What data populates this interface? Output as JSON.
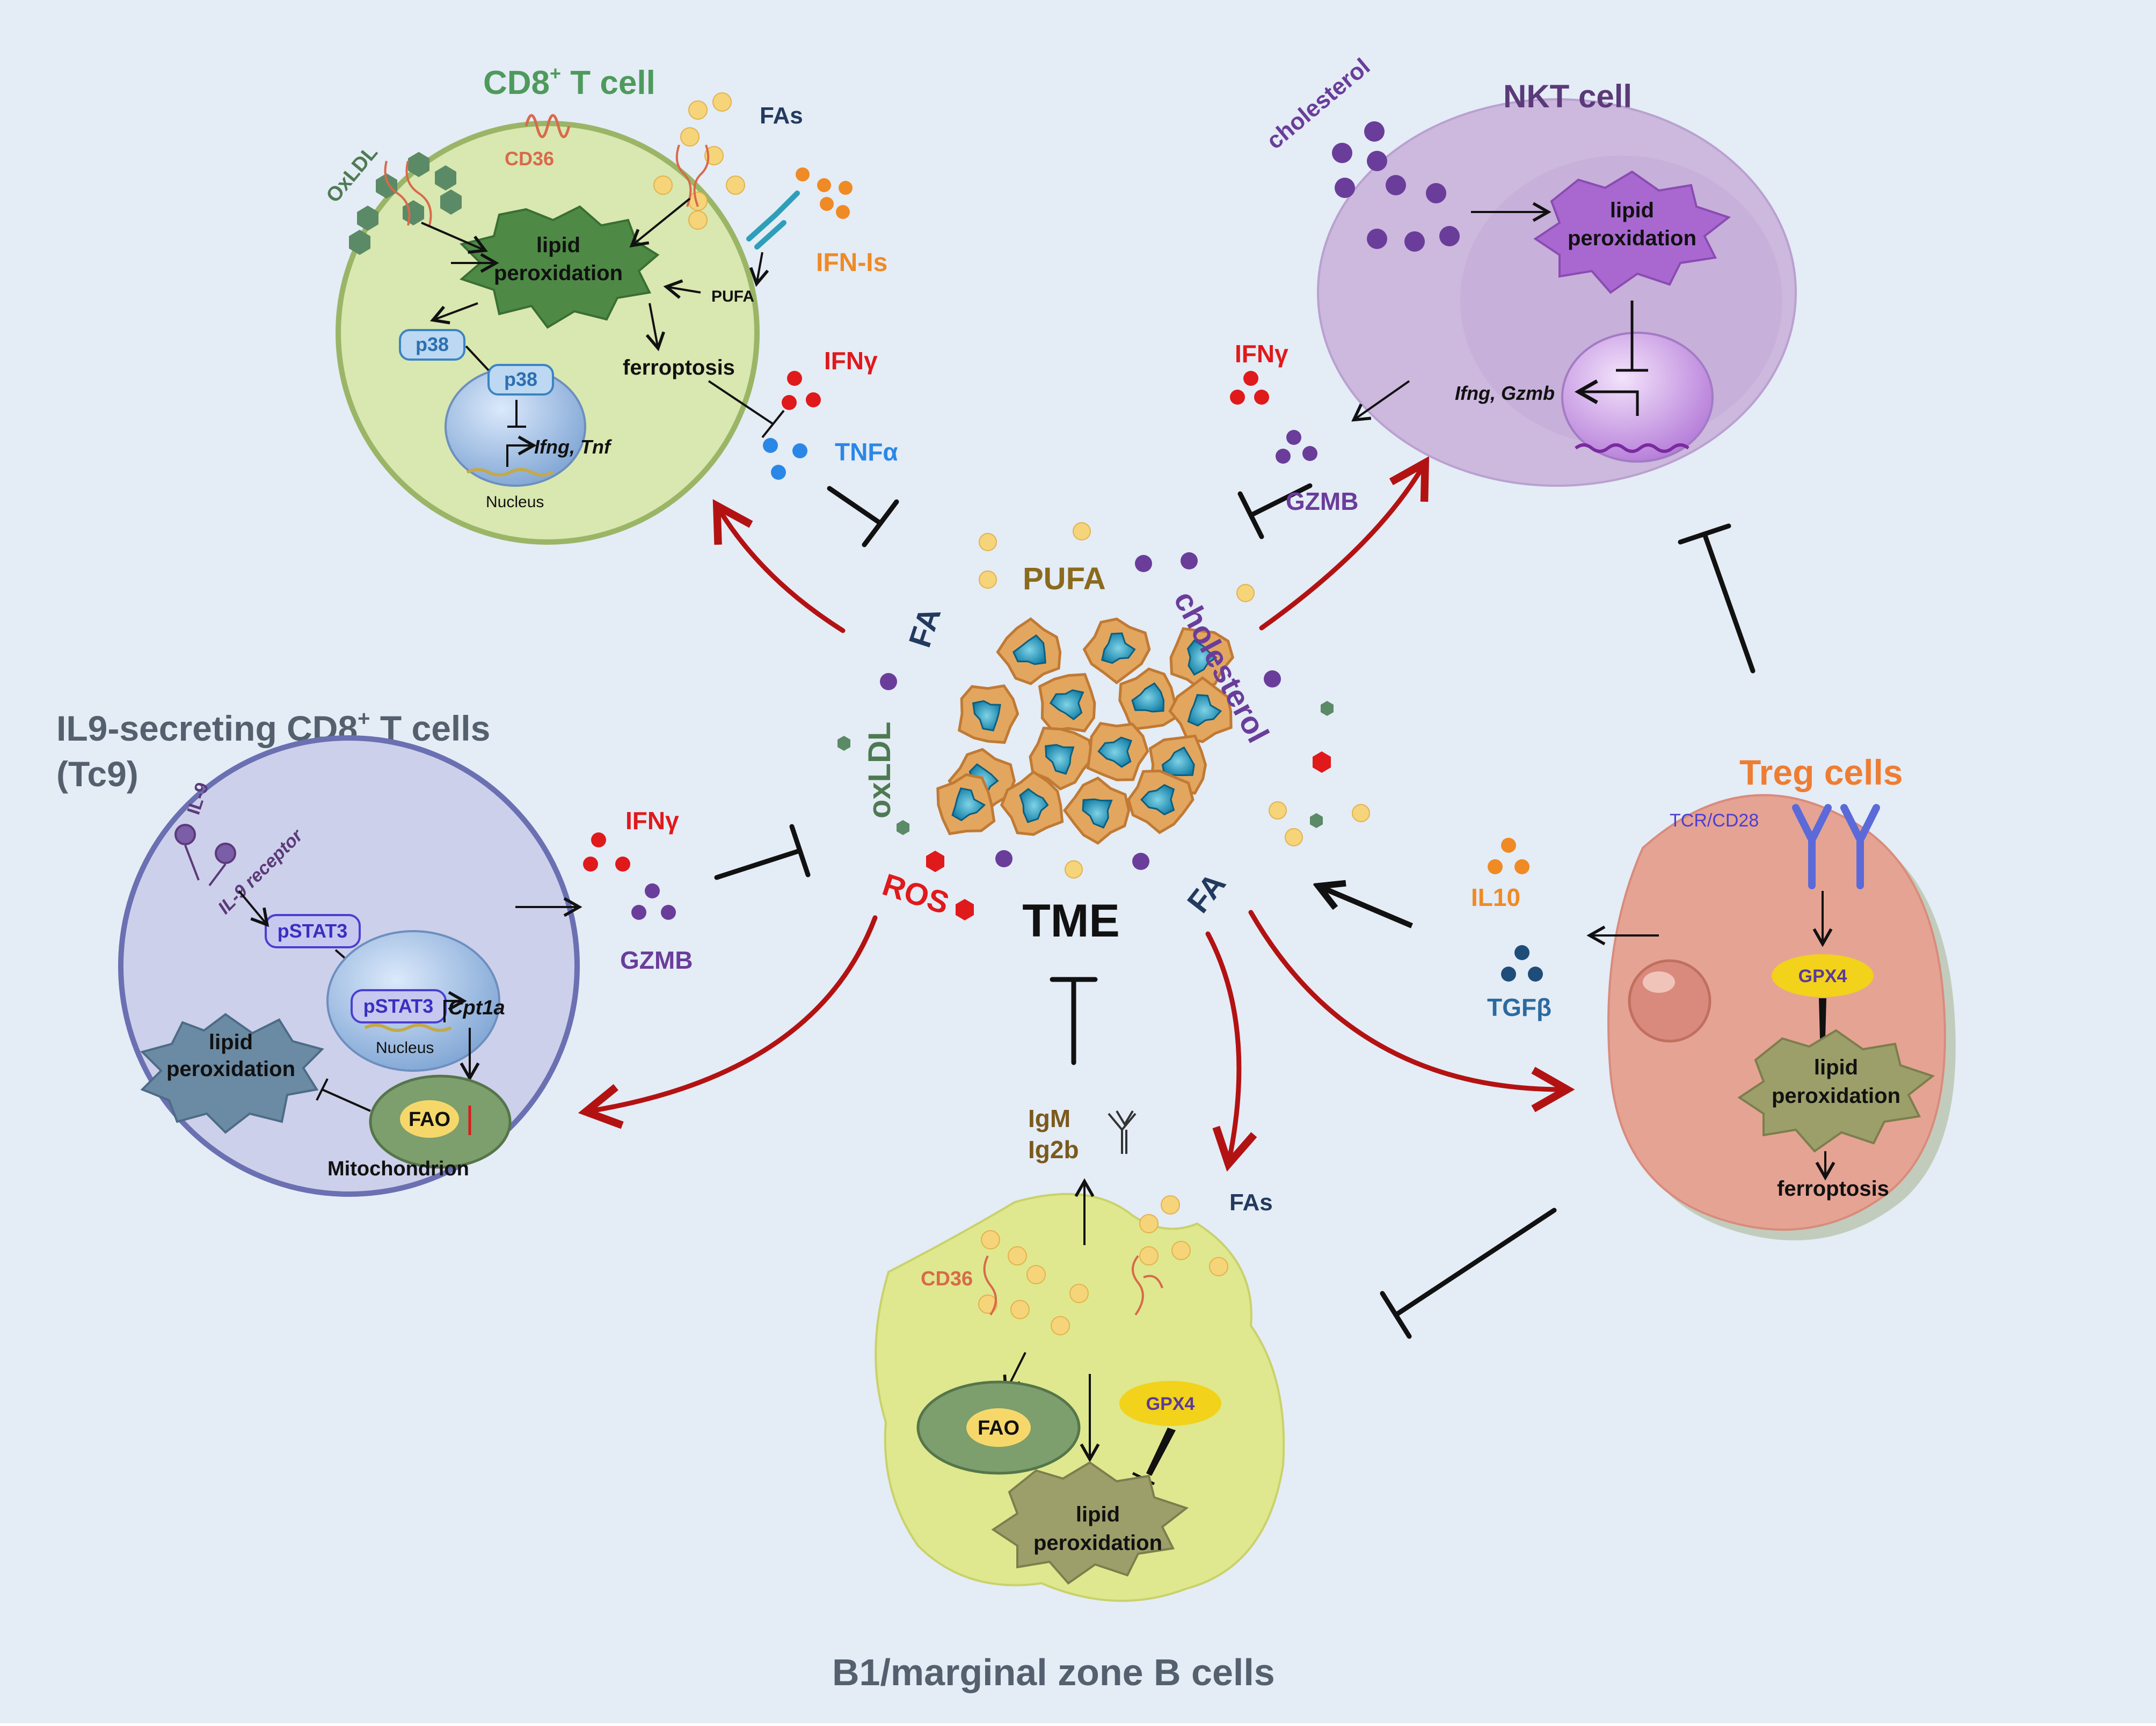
{
  "colors": {
    "background": "#e4ecf6",
    "red_arrow": "#b31212",
    "cd8_cell": "#d9e7b0",
    "nkt_cell": "#cdb8de",
    "tc9_cell": "#cdd0ea",
    "treg_cell": "#e5a394",
    "bcell": "#dfe88f",
    "tumor": "#e3a65f",
    "pufa_dot": "#f6d47a",
    "purple_dot": "#6a3d9a",
    "red_dot": "#e0191b",
    "blue_dot": "#2b87e6",
    "orange_dot": "#f08a24",
    "navy_dot": "#1f4d79",
    "oxldl_dot": "#5b8a66"
  },
  "cd8": {
    "title": "CD8",
    "title_sup": "+",
    "title_rest": " T cell",
    "cd36": "CD36",
    "oxldl": "OxLDL",
    "fas": "FAs",
    "ifn_is": "IFN-Is",
    "pufa": "PUFA",
    "lipid_line1": "lipid",
    "lipid_line2": "peroxidation",
    "p38": "p38",
    "p38_nuc": "p38",
    "ferroptosis": "ferroptosis",
    "genes": "Ifng, Tnf",
    "nucleus": "Nucleus",
    "ifng": "IFNγ",
    "tnfa": "TNFα"
  },
  "nkt": {
    "title": "NKT cell",
    "cholesterol": "cholesterol",
    "lipid_line1": "lipid",
    "lipid_line2": "peroxidation",
    "genes": "Ifng, Gzmb",
    "ifng": "IFNγ",
    "gzmb": "GZMB"
  },
  "tme": {
    "label": "TME",
    "pufa": "PUFA",
    "fa_top": "FA",
    "cholesterol": "cholesterol",
    "oxldl": "oxLDL",
    "ros": "ROS",
    "fa_bottom": "FA"
  },
  "tc9": {
    "title_line1_a": "IL9-secreting CD8",
    "title_line1_sup": "+",
    "title_line1_b": " T cells",
    "title_line2": "(Tc9)",
    "il9": "IL-9",
    "il9_receptor": "IL-9 receptor",
    "pstat3": "pSTAT3",
    "pstat3_nuc": "pSTAT3",
    "cpt1a": "Cpt1a",
    "nucleus": "Nucleus",
    "lipid_line1": "lipid",
    "lipid_line2": "peroxidation",
    "fao": "FAO",
    "mitochondrion": "Mitochondrion",
    "ifng": "IFNγ",
    "gzmb": "GZMB"
  },
  "treg": {
    "title": "Treg cells",
    "tcr": "TCR/CD28",
    "gpx4": "GPX4",
    "lipid_line1": "lipid",
    "lipid_line2": "peroxidation",
    "ferroptosis": "ferroptosis",
    "il10": "IL10",
    "tgfb": "TGFβ"
  },
  "bcell": {
    "title": "B1/marginal zone B cells",
    "igm": "IgM",
    "ig2b": "Ig2b",
    "fas": "FAs",
    "cd36": "CD36",
    "fao": "FAO",
    "gpx4": "GPX4",
    "lipid_line1": "lipid",
    "lipid_line2": "peroxidation"
  }
}
